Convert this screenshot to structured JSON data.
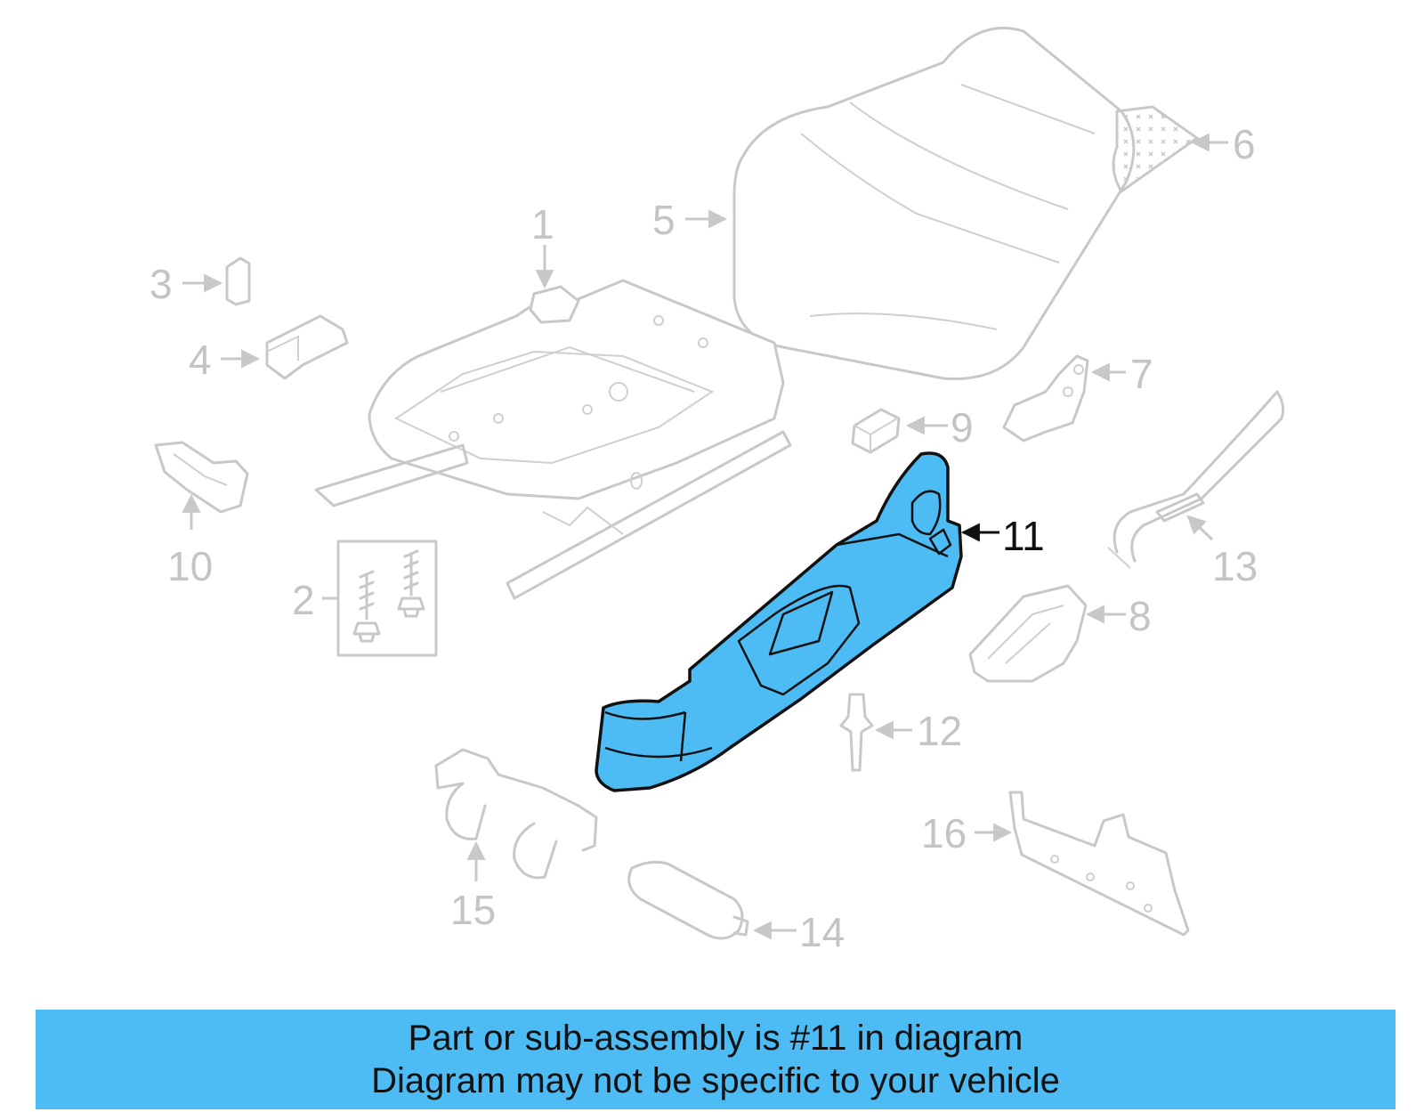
{
  "colors": {
    "highlight": "#4dbbf4",
    "banner_background": "#4dbbf4",
    "ghost_lines": "#c8c8c8",
    "highlight_outline": "#111111"
  },
  "highlighted_part": "11",
  "callouts": {
    "c1": "1",
    "c2": "2",
    "c3": "3",
    "c4": "4",
    "c5": "5",
    "c6": "6",
    "c7": "7",
    "c8": "8",
    "c9": "9",
    "c10": "10",
    "c11": "11",
    "c12": "12",
    "c13": "13",
    "c14": "14",
    "c15": "15",
    "c16": "16"
  },
  "banner": {
    "line1": "Part or sub-assembly is #11 in diagram",
    "line2": "Diagram may not be specific to your vehicle"
  }
}
